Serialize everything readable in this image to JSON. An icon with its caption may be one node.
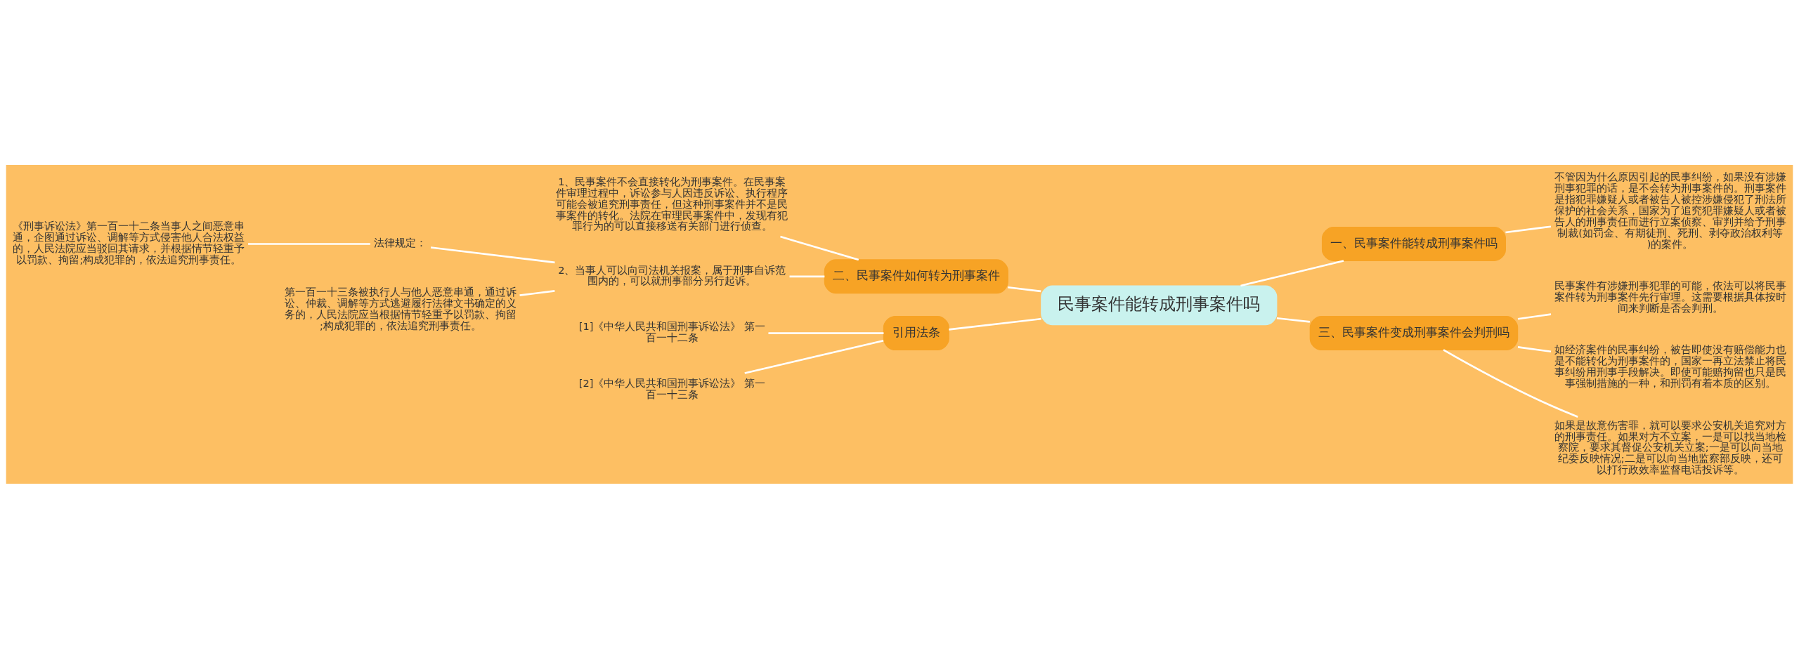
{
  "diagram": {
    "nodes": [
      {
        "text": [
          "民事案件能转成刑事案件吗"
        ]
      },
      {
        "text": [
          "二、民事案件如何转为刑事案件"
        ]
      },
      {
        "text": [
          "1、民事案件不会直接转化为刑事案件。在民事案件审理过程中，诉讼参与人因违反诉讼、执行程序可能会被追究刑事责任，但这种刑事案件并不是民事案件的转化。法院在审理民事案件中，发现有犯罪行为的可以直接移送有关部门进行侦查。"
        ]
      },
      {
        "text": [
          "2、当事人可以向司法机关报案，属于刑事自诉范围内的，可以就刑事部分另行起诉。"
        ]
      },
      {
        "text": [
          "法律规定："
        ]
      },
      {
        "text": [
          "《刑事诉讼法》第一百一十二条当事人之间恶意串通，企图通过诉讼、调解等方式侵害他人合法权益的，人民法院应当驳回其请求，并根据情节轻重予以罚款、拘留;构成犯罪的，依法追究刑事责任。"
        ]
      },
      {
        "text": [
          "第一百一十三条被执行人与他人恶意串通，通过诉讼、仲裁、调解等方式逃避履行法律文书确定的义务的，人民法院应当根据情节轻重予以罚款、拘留;构成犯罪的，依法追究刑事责任。"
        ]
      },
      {
        "text": [
          "引用法条"
        ]
      },
      {
        "text": [
          "[1]《中华人民共和国刑事诉讼法》 第一百一十二条"
        ]
      },
      {
        "text": [
          "[2]《中华人民共和国刑事诉讼法》 第一百一十三条"
        ]
      },
      {
        "text": [
          "一、民事案件能转成刑事案件吗"
        ]
      },
      {
        "text": [
          "不管因为什么原因引起的民事纠纷，如果没有涉嫌刑事犯罪的话，是不会转为刑事案件的。刑事案件是指犯罪嫌疑人或者被告人被控涉嫌侵犯了刑法所保护的社会关系，国家为了追究犯罪嫌疑人或者被告人的刑事责任而进行立案侦察、审判并给予刑事制裁(如罚金、有期徒刑、死刑、剥夺政治权利等)的案件。"
        ]
      },
      {
        "text": [
          "三、民事案件变成刑事案件会判刑吗"
        ]
      },
      {
        "text": [
          "民事案件有涉嫌刑事犯罪的可能，依法可以将民事案件转为刑事案件先行审理。这需要根据具体按时间来判断是否会判刑。"
        ]
      },
      {
        "text": [
          "如经济案件的民事纠纷，被告即使没有赔偿能力也是不能转化为刑事案件的，国家一再立法禁止将民事纠纷用刑事手段解决。即使可能赔拘留也只是民事强制措施的一种，和刑罚有着本质的区别。"
        ]
      },
      {
        "text": [
          "如果是故意伤害罪，就可以要求公安机关追究对方的刑事责任。如果对方不立案，一是可以找当地检察院，要求其督促公安机关立案;一是可以向当地纪委反映情况;二是可以向当地监察部反映，还可以打行政效率监督电话投诉等。"
        ]
      }
    ],
    "edges": [
      {
        "from": 0,
        "to": 1,
        "arrow": "none"
      },
      {
        "from": 1,
        "to": 2,
        "arrow": "none"
      },
      {
        "from": 1,
        "to": 3,
        "arrow": "none"
      },
      {
        "from": 3,
        "to": 4,
        "arrow": "none"
      },
      {
        "from": 4,
        "to": 5,
        "arrow": "none"
      },
      {
        "from": 3,
        "to": 6,
        "arrow": "none"
      },
      {
        "from": 0,
        "to": 7,
        "arrow": "none"
      },
      {
        "from": 7,
        "to": 8,
        "arrow": "none"
      },
      {
        "from": 7,
        "to": 9,
        "arrow": "none"
      },
      {
        "from": 0,
        "to": 10,
        "arrow": "none"
      },
      {
        "from": 10,
        "to": 11,
        "arrow": "none"
      },
      {
        "from": 0,
        "to": 12,
        "arrow": "none"
      },
      {
        "from": 12,
        "to": 13,
        "arrow": "none"
      },
      {
        "from": 12,
        "to": 14,
        "arrow": "none"
      },
      {
        "from": 12,
        "to": 15,
        "arrow": "none"
      }
    ]
  }
}
